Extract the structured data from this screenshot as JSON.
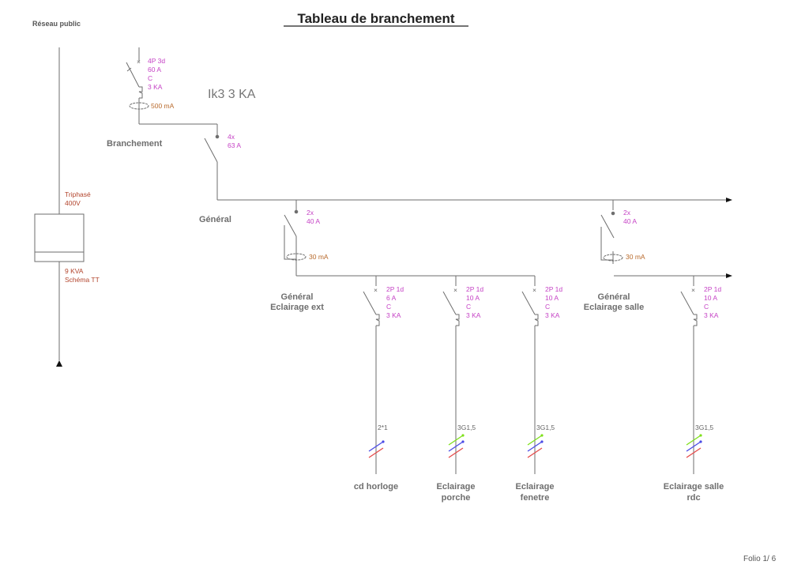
{
  "title": "Tableau de branchement",
  "network_label": "Réseau public",
  "ik_label": "Ik3   3 KA",
  "folio": "Folio  1/ 6",
  "colors": {
    "wire": "#6e6e6e",
    "spec": "#c542c5",
    "differential": "#b86a2c",
    "meter_text": "#b2442c",
    "cable_green": "#7fe01a",
    "cable_blue": "#4a4ae6",
    "cable_red": "#e64a4a"
  },
  "meter": {
    "top_lines": [
      "Triphasé",
      "400V"
    ],
    "bottom_lines": [
      "9 KVA",
      "Schéma TT"
    ]
  },
  "main_breaker": {
    "spec_lines": [
      "4P 3d",
      "60 A",
      "C",
      "3 KA"
    ],
    "differential": "500 mA"
  },
  "branchement": {
    "label": "Branchement",
    "spec_lines": [
      "4x",
      "63 A"
    ]
  },
  "general": {
    "label": "Général",
    "spec_lines": [
      "2x",
      "40 A"
    ],
    "differential": "30 mA"
  },
  "general_salle": {
    "spec_lines": [
      "2x",
      "40 A"
    ],
    "differential": "30 mA"
  },
  "groups": [
    {
      "label_lines": [
        "Général",
        "Eclairage ext"
      ]
    },
    {
      "label_lines": [
        "Général",
        "Eclairage salle"
      ]
    }
  ],
  "circuits": [
    {
      "spec_lines": [
        "2P 1d",
        "6 A",
        "C",
        "3 KA"
      ],
      "cable": "2*1",
      "cable_colors": [
        "blue",
        "red"
      ],
      "label_lines": [
        "cd horloge",
        ""
      ]
    },
    {
      "spec_lines": [
        "2P 1d",
        "10 A",
        "C",
        "3 KA"
      ],
      "cable": "3G1,5",
      "cable_colors": [
        "green",
        "blue",
        "red"
      ],
      "label_lines": [
        "Eclairage",
        "porche"
      ]
    },
    {
      "spec_lines": [
        "2P 1d",
        "10 A",
        "C",
        "3 KA"
      ],
      "cable": "3G1,5",
      "cable_colors": [
        "green",
        "blue",
        "red"
      ],
      "label_lines": [
        "Eclairage",
        "fenetre"
      ]
    },
    {
      "spec_lines": [
        "2P 1d",
        "10 A",
        "C",
        "3 KA"
      ],
      "cable": "3G1,5",
      "cable_colors": [
        "green",
        "blue",
        "red"
      ],
      "label_lines": [
        "Eclairage salle",
        "rdc"
      ]
    }
  ]
}
